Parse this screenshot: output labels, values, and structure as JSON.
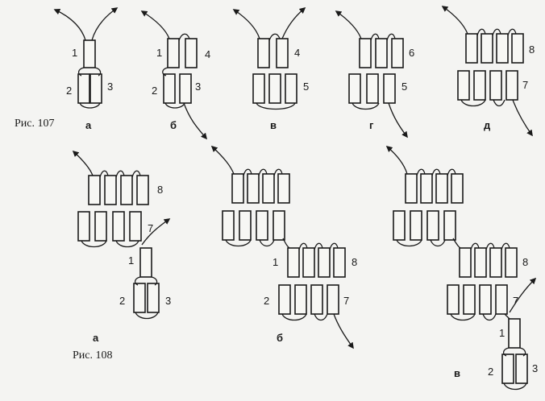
{
  "figures": {
    "fig107": {
      "caption": "Рис. 107",
      "panels": [
        {
          "letter": "а",
          "numbers": [
            "1",
            "2",
            "3"
          ]
        },
        {
          "letter": "б",
          "numbers": [
            "1",
            "4",
            "2",
            "3"
          ]
        },
        {
          "letter": "в",
          "numbers": [
            "4",
            "5"
          ]
        },
        {
          "letter": "г",
          "numbers": [
            "6",
            "5"
          ]
        },
        {
          "letter": "д",
          "numbers": [
            "8",
            "7"
          ]
        }
      ]
    },
    "fig108": {
      "caption": "Рис. 108",
      "panels": [
        {
          "letter": "а",
          "numbers": [
            "8",
            "7",
            "1",
            "2",
            "3"
          ]
        },
        {
          "letter": "б",
          "numbers": [
            "1",
            "8",
            "2",
            "7"
          ]
        },
        {
          "letter": "в",
          "numbers": [
            "8",
            "7",
            "1",
            "2",
            "3"
          ]
        }
      ]
    }
  },
  "colors": {
    "ink": "#1a1a1a",
    "paper": "#f4f4f2"
  }
}
